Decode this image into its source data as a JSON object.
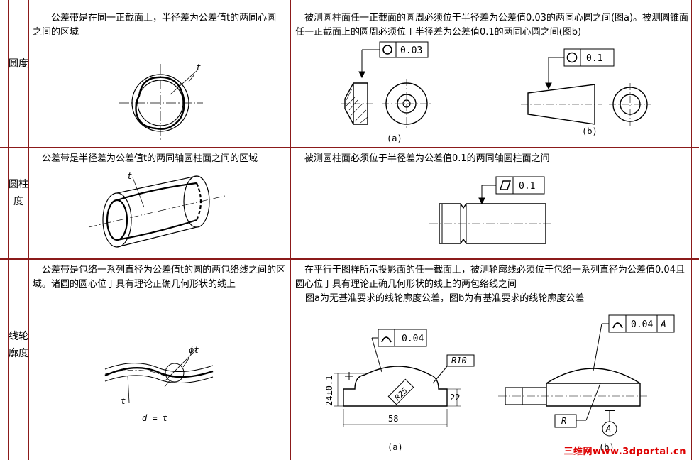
{
  "rows": [
    {
      "label": "圆度",
      "definition": "公差带是在同一正截面上，半径差为公差值t的两同心圆之间的区域",
      "example": "被测圆柱面任一正截面的圆周必须位于半径差为公差值0.03的两同心圆之间(图a)。被测圆锥面任一正截面上的圆周必须位于半径差为公差值0.1的两同心圆之间(图b)",
      "tol_t": "t",
      "frame_a": "0.03",
      "frame_b": "0.1",
      "cap_a": "(a)",
      "cap_b": "(b)"
    },
    {
      "label": "圆柱度",
      "definition": "公差带是半径差为公差值t的两同轴圆柱面之间的区域",
      "example": "被测圆柱面必须位于半径差为公差值0.1的两同轴圆柱面之间",
      "tol_t": "t",
      "frame": "0.1"
    },
    {
      "label": "线轮廓度",
      "definition": "公差带是包络一系列直径为公差值t的圆的两包络线之间的区域。诸圆的圆心位于具有理论正确几何形状的线上",
      "example_1": "在平行于图样所示投影面的任一截面上，被测轮廓线必须位于包络一系列直径为公差值0.04且圆心位于具有理论正确几何形状的线上的两包络线之间",
      "example_2": "图a为无基准要求的线轮廓度公差，图b为有基准要求的线轮廓度公差",
      "phi_t": "ϕt",
      "t_label": "t",
      "formula": "d = t",
      "frame_a": "0.04",
      "frame_b": "0.04",
      "datum": "A",
      "dim_r10": "R10",
      "dim_r25": "R25",
      "dim_24": "24±0.1",
      "dim_22": "22",
      "dim_58": "58",
      "box_r": "R",
      "cap_a": "(a)",
      "cap_b": "(b)"
    }
  ],
  "watermark": "三维网www.3dportal.cn"
}
